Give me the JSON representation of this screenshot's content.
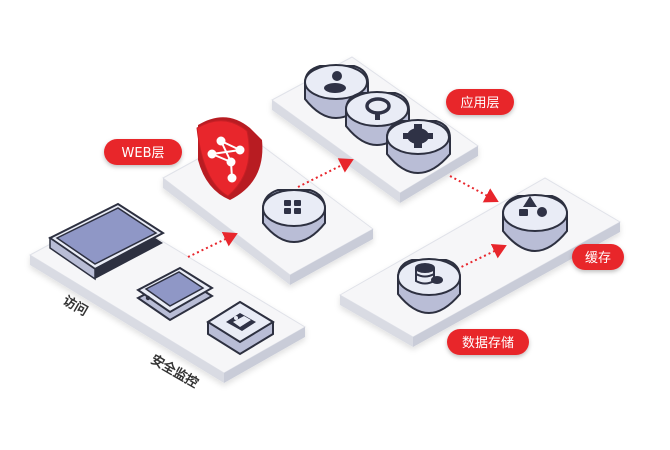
{
  "labels": {
    "web_layer": "WEB层",
    "app_layer": "应用层",
    "cache": "缓存",
    "data_storage": "数据存储",
    "access": "访问",
    "security_monitoring": "安全监控"
  },
  "icons": {
    "shield": "shield-network-icon",
    "grid": "grid-apps-icon",
    "user": "user-icon",
    "search": "search-icon",
    "gear": "gear-icon",
    "shapes": "shapes-icon",
    "database": "database-icon",
    "tablet": "tablet-icon",
    "phone": "phone-icon",
    "image": "image-icon"
  },
  "colors": {
    "accent": "#e8262c",
    "platform_top": "#f6f6f8",
    "platform_side": "#d9dbe3",
    "tile_top": "#e9ecf6",
    "tile_side": "#b9bdd6",
    "outline": "#2d3040",
    "icon": "#2f3246",
    "device_screen": "#8f97c6"
  }
}
